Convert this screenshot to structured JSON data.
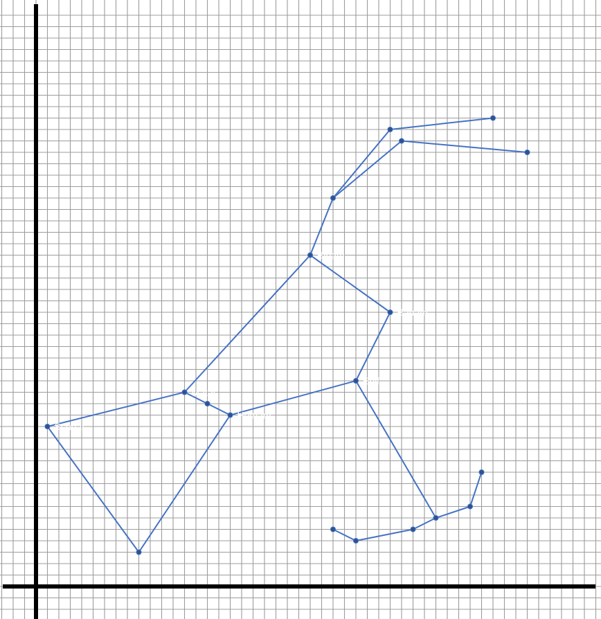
{
  "chart_data": {
    "type": "scatter",
    "title": "",
    "xlabel": "",
    "ylabel": "",
    "grid": true,
    "grid_step": 1,
    "xlim": [
      -3,
      49
    ],
    "ylim": [
      -3,
      50
    ],
    "colors": {
      "line": "#4472c4",
      "marker": "#2f528f",
      "grid": "#9c9c9c",
      "axis": "#000000",
      "background": "#ffffff",
      "label": "#ffffff"
    },
    "points": [
      {
        "id": "p1",
        "x": 1,
        "y": 14,
        "label": "Scheat"
      },
      {
        "id": "p2",
        "x": 13,
        "y": 17,
        "label": "Matar"
      },
      {
        "id": "p3",
        "x": 15,
        "y": 16
      },
      {
        "id": "p4",
        "x": 17,
        "y": 15,
        "label": "Homam"
      },
      {
        "id": "p5",
        "x": 9,
        "y": 3
      },
      {
        "id": "p6",
        "x": 24,
        "y": 29,
        "label": "Biham"
      },
      {
        "id": "p7",
        "x": 31,
        "y": 24,
        "label": "Baham"
      },
      {
        "id": "p8",
        "x": 28,
        "y": 18,
        "label": "Enif"
      },
      {
        "id": "p9",
        "x": 26,
        "y": 34
      },
      {
        "id": "p10",
        "x": 31,
        "y": 40
      },
      {
        "id": "p11",
        "x": 40,
        "y": 41
      },
      {
        "id": "p12",
        "x": 32,
        "y": 39
      },
      {
        "id": "p13",
        "x": 43,
        "y": 38
      },
      {
        "id": "p14",
        "x": 35,
        "y": 6
      },
      {
        "id": "p15",
        "x": 33,
        "y": 5
      },
      {
        "id": "p16",
        "x": 28,
        "y": 4
      },
      {
        "id": "p17",
        "x": 26,
        "y": 5
      },
      {
        "id": "p18",
        "x": 38,
        "y": 7
      },
      {
        "id": "p19",
        "x": 39,
        "y": 10
      }
    ],
    "segments": [
      [
        "p1",
        "p2"
      ],
      [
        "p2",
        "p3"
      ],
      [
        "p3",
        "p4"
      ],
      [
        "p4",
        "p5"
      ],
      [
        "p5",
        "p1"
      ],
      [
        "p2",
        "p6"
      ],
      [
        "p6",
        "p7"
      ],
      [
        "p7",
        "p8"
      ],
      [
        "p8",
        "p4"
      ],
      [
        "p6",
        "p9"
      ],
      [
        "p9",
        "p10"
      ],
      [
        "p10",
        "p11"
      ],
      [
        "p9",
        "p12"
      ],
      [
        "p12",
        "p13"
      ],
      [
        "p8",
        "p14"
      ],
      [
        "p14",
        "p15"
      ],
      [
        "p15",
        "p16"
      ],
      [
        "p16",
        "p17"
      ],
      [
        "p14",
        "p18"
      ],
      [
        "p18",
        "p19"
      ]
    ]
  }
}
